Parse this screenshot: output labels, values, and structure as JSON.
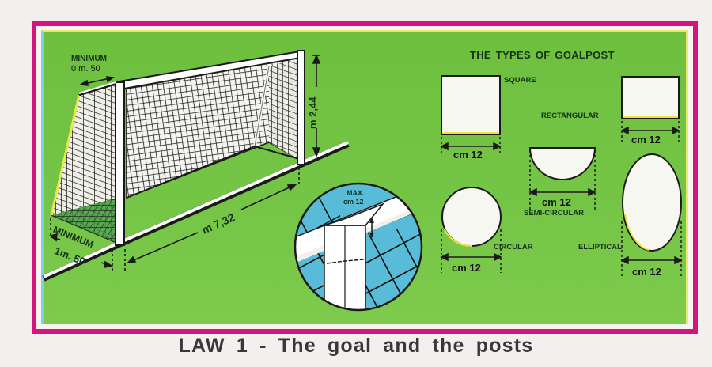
{
  "diagram": {
    "caption": "LAW 1 - The goal and the posts",
    "colors": {
      "frame": "#d4167c",
      "field": "#74c446",
      "sky_inset": "#56b9d8",
      "line": "#1a1a1a",
      "post": "#ffffff"
    },
    "goal": {
      "depth_top_label": "MINIMUM",
      "depth_top_value": "0 m. 50",
      "height_label": "m 2,44",
      "width_label": "m 7,32",
      "depth_bottom_label": "MINIMUM",
      "depth_bottom_value": "1m. 50"
    },
    "inset": {
      "label_line1": "MAX.",
      "label_line2": "cm 12"
    },
    "goalpost_types": {
      "title": "THE TYPES OF GOALPOST",
      "items": [
        {
          "shape": "square",
          "label": "SQUARE",
          "dimension": "cm 12"
        },
        {
          "shape": "rectangular",
          "label": "RECTANGULAR",
          "dimension": "cm 12"
        },
        {
          "shape": "semi-circular",
          "label": "SEMI-CIRCULAR",
          "dimension": "cm 12"
        },
        {
          "shape": "circular",
          "label": "CIRCULAR",
          "dimension": "cm 12"
        },
        {
          "shape": "elliptical",
          "label": "ELLIPTICAL",
          "dimension": "cm 12"
        }
      ]
    }
  }
}
